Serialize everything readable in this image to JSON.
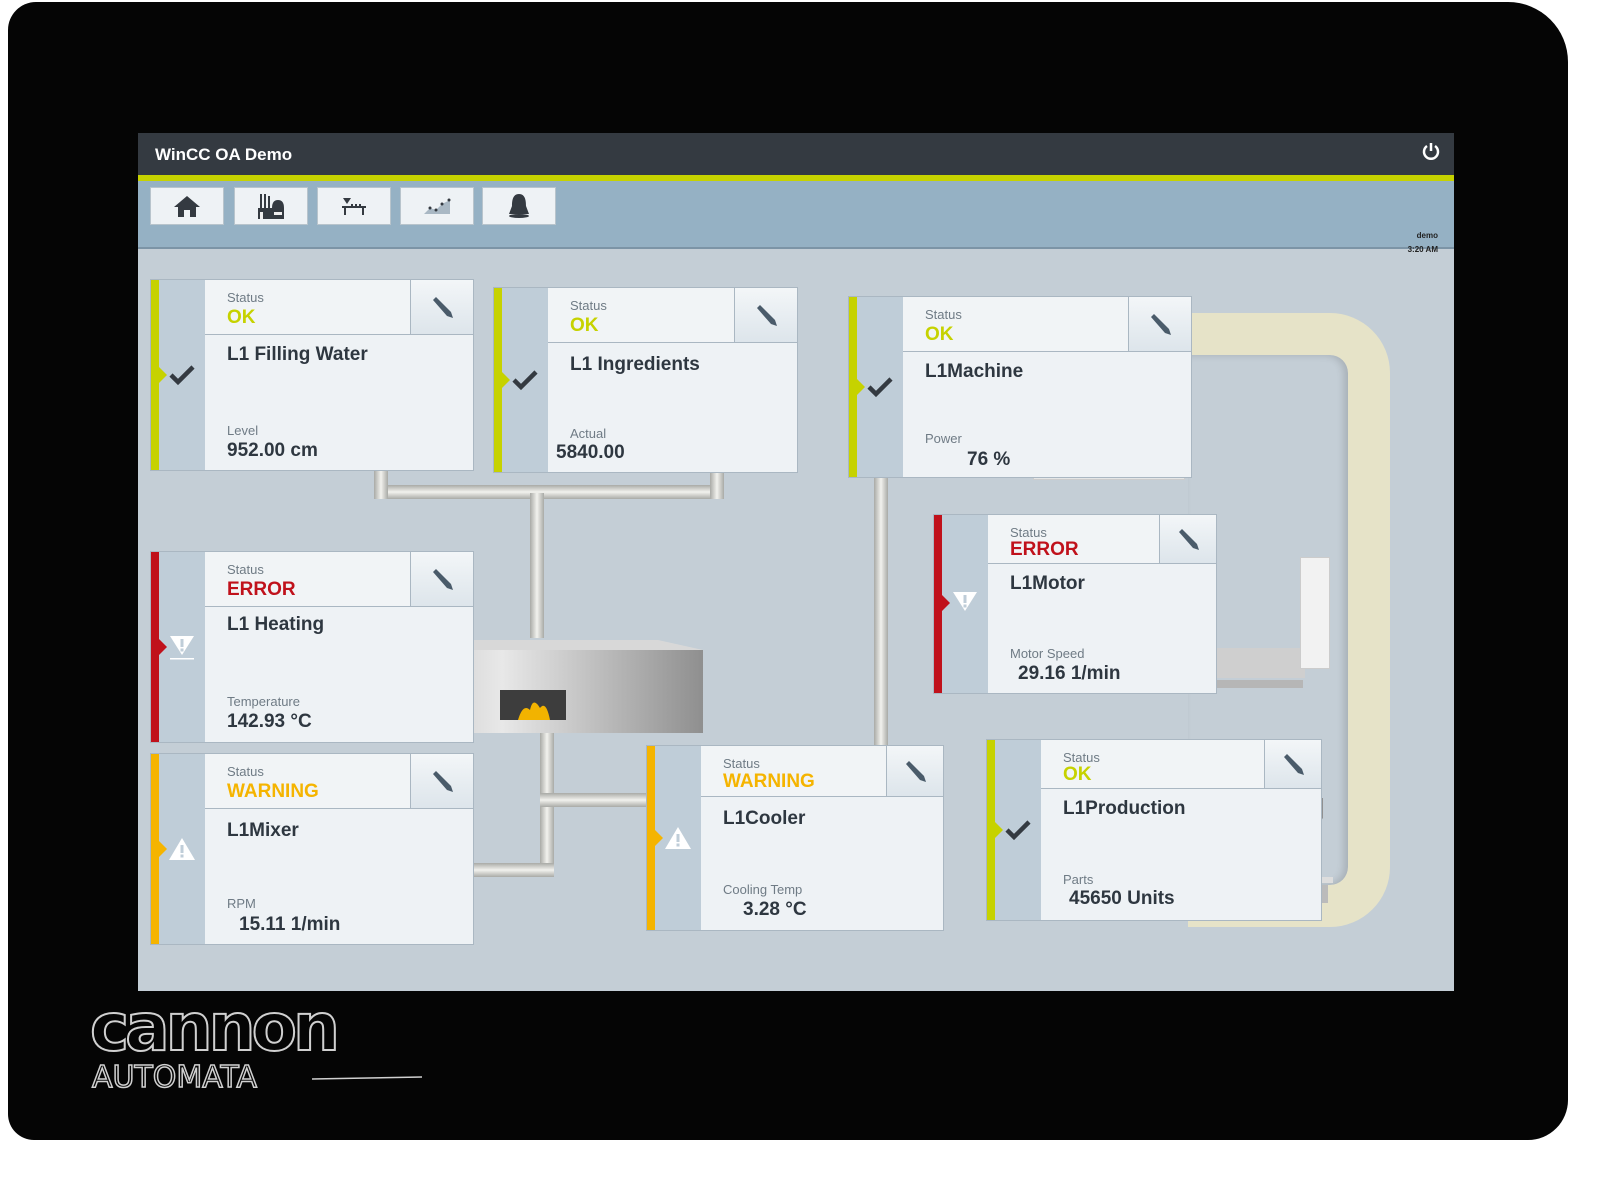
{
  "window": {
    "title": "WinCC OA Demo"
  },
  "header": {
    "power_icon": "power-icon",
    "user": "demo",
    "time": "3:20 AM"
  },
  "nav": {
    "buttons": [
      {
        "name": "home",
        "icon": "home-icon"
      },
      {
        "name": "plant",
        "icon": "factory-icon"
      },
      {
        "name": "production-line",
        "icon": "conveyor-icon"
      },
      {
        "name": "trends",
        "icon": "trend-chart-icon"
      },
      {
        "name": "alarms",
        "icon": "bell-icon"
      }
    ]
  },
  "colors": {
    "ok": "#c6d200",
    "error": "#c0111b",
    "warning": "#f5b400",
    "accent": "#c6d200",
    "titlebar": "#343a41",
    "navbar": "#95b1c4",
    "background": "#c4ced6"
  },
  "cards": [
    {
      "id": "filling-water",
      "status_label": "Status",
      "status": "OK",
      "name": "L1 Filling Water",
      "value_label": "Level",
      "value": "952.00 cm"
    },
    {
      "id": "ingredients",
      "status_label": "Status",
      "status": "OK",
      "name": "L1 Ingredients",
      "value_label": "Actual",
      "value": "5840.00"
    },
    {
      "id": "machine",
      "status_label": "Status",
      "status": "OK",
      "name": "L1Machine",
      "value_label": "Power",
      "value": "76 %"
    },
    {
      "id": "heating",
      "status_label": "Status",
      "status": "ERROR",
      "name": "L1 Heating",
      "value_label": "Temperature",
      "value": "142.93 °C"
    },
    {
      "id": "motor",
      "status_label": "Status",
      "status": "ERROR",
      "name": "L1Motor",
      "value_label": "Motor Speed",
      "value": "29.16 1/min"
    },
    {
      "id": "mixer",
      "status_label": "Status",
      "status": "WARNING",
      "name": "L1Mixer",
      "value_label": "RPM",
      "value": "15.11 1/min"
    },
    {
      "id": "cooler",
      "status_label": "Status",
      "status": "WARNING",
      "name": "L1Cooler",
      "value_label": "Cooling Temp",
      "value": "3.28 °C"
    },
    {
      "id": "production",
      "status_label": "Status",
      "status": "OK",
      "name": "L1Production",
      "value_label": "Parts",
      "value": "45650 Units"
    }
  ],
  "brand": {
    "line1": "cannon",
    "line2": "AUTOMATA"
  }
}
